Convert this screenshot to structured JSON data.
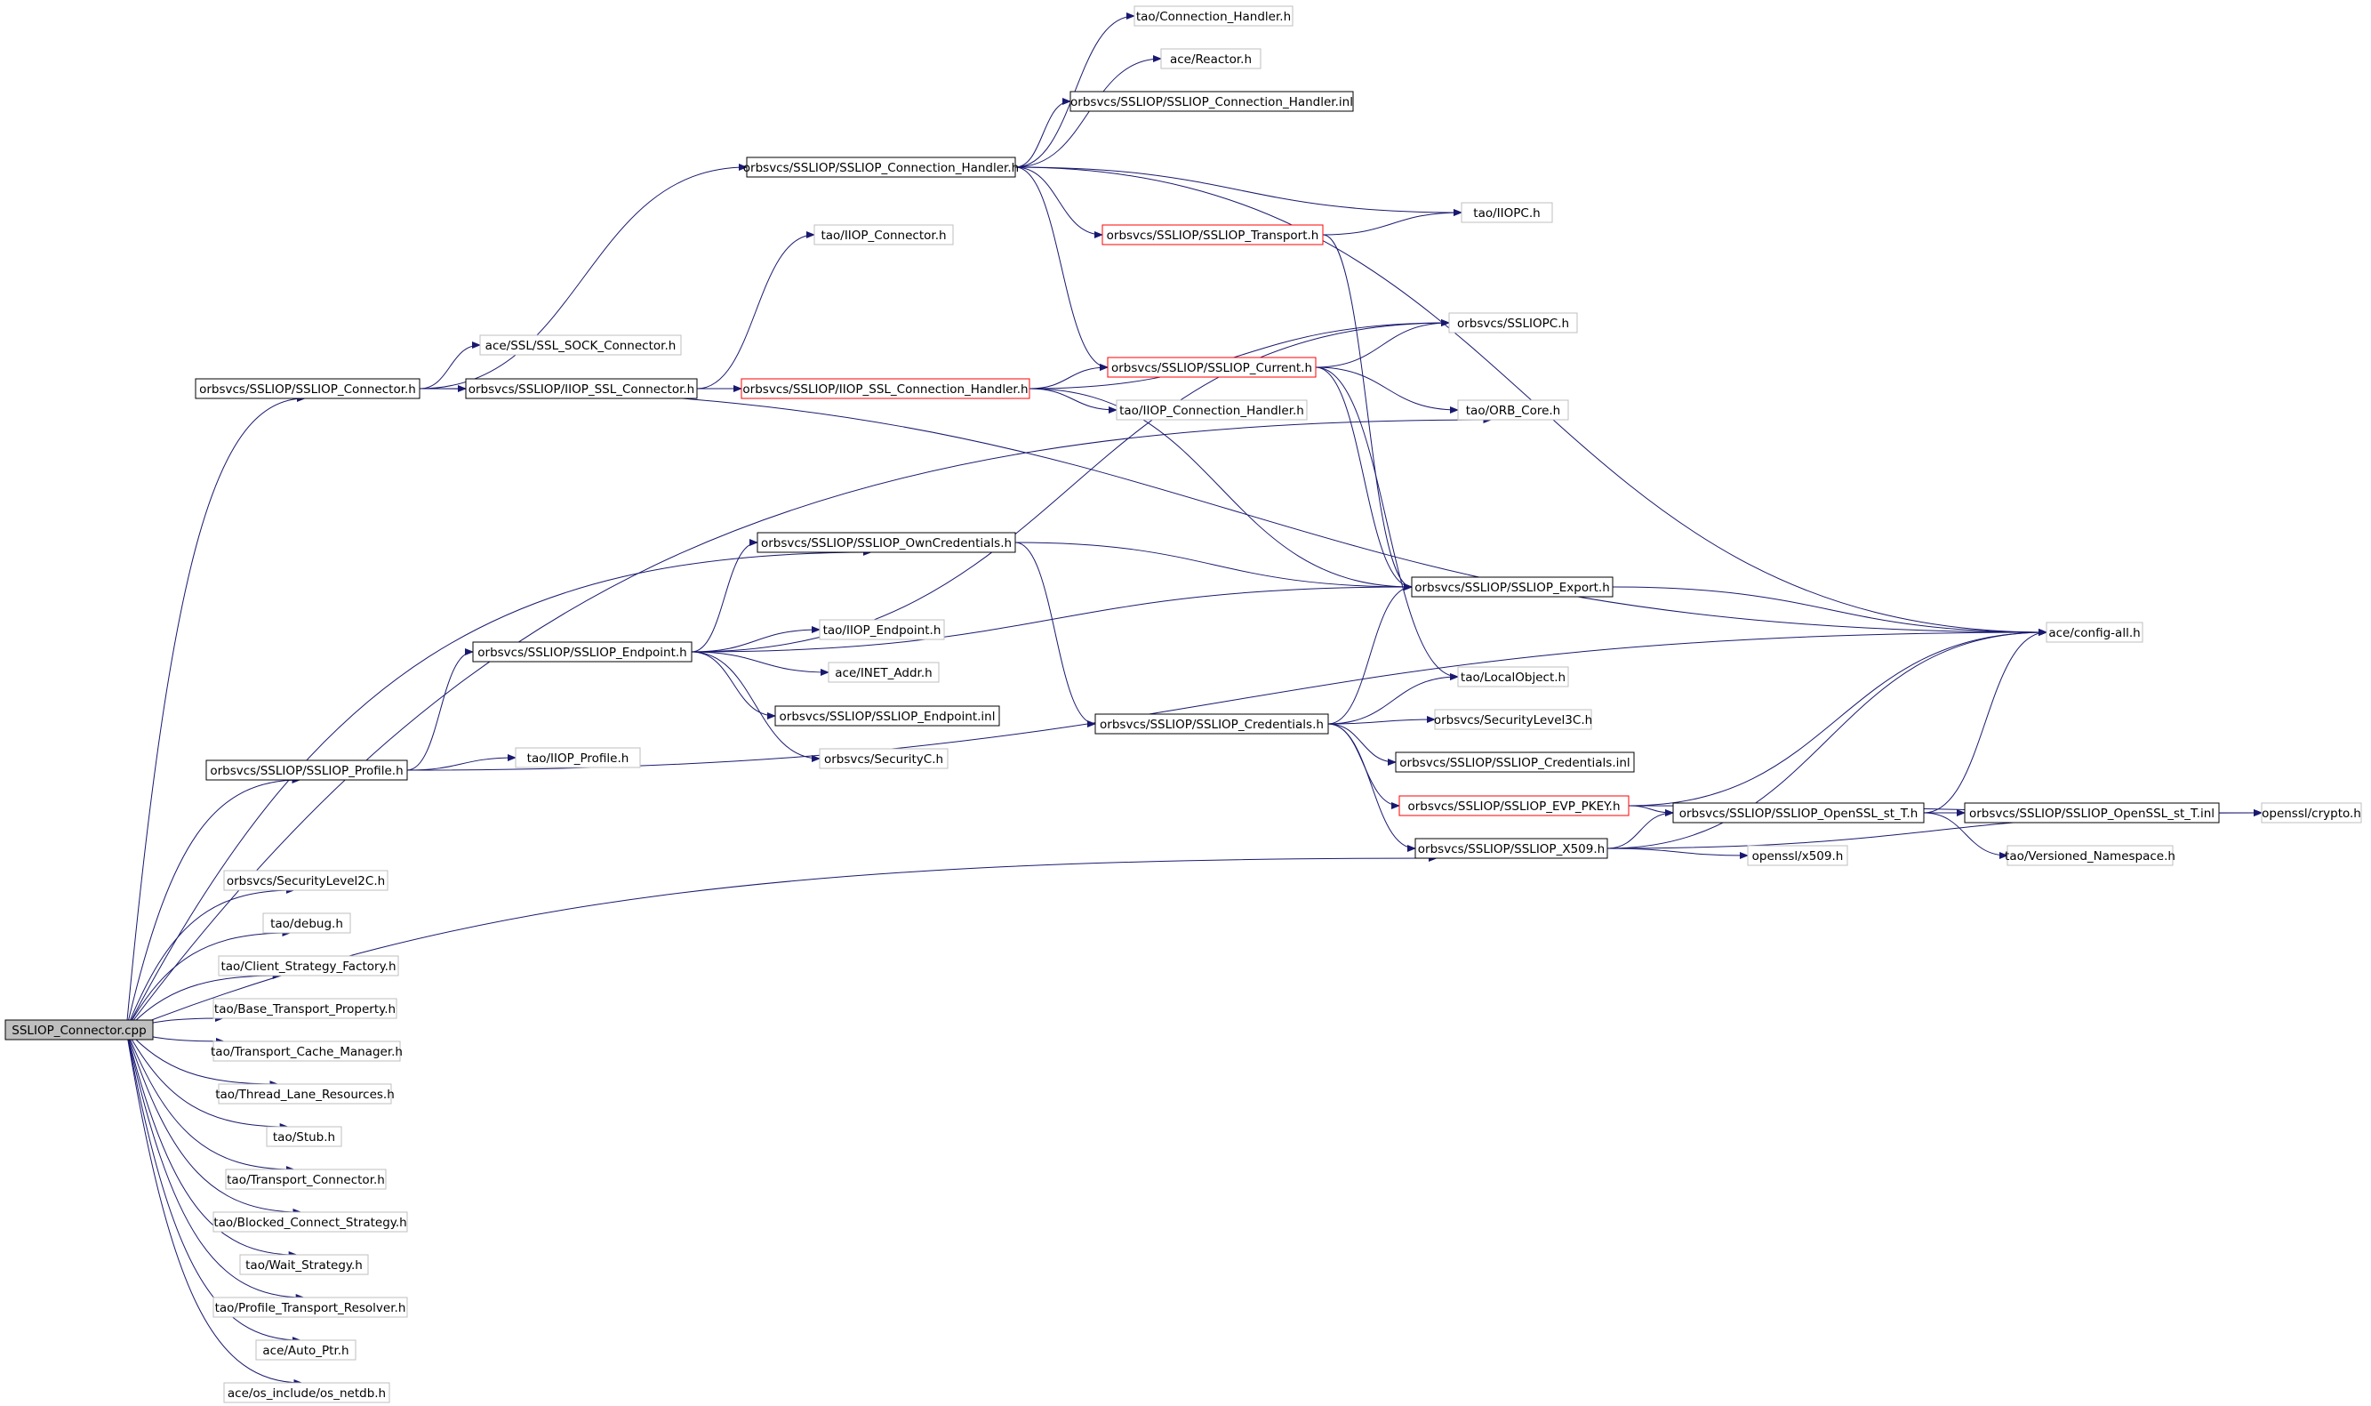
{
  "diagram": {
    "nodes": [
      {
        "id": "root",
        "label": "SSLIOP_Connector.cpp",
        "style": "root"
      },
      {
        "id": "ssliop_connector_h",
        "label": "orbsvcs/SSLIOP/SSLIOP_Connector.h",
        "style": "doc"
      },
      {
        "id": "ssliop_conn_handler_h",
        "label": "orbsvcs/SSLIOP/SSLIOP_Connection_Handler.h",
        "style": "doc"
      },
      {
        "id": "tao_conn_handler_h",
        "label": "tao/Connection_Handler.h",
        "style": "ext"
      },
      {
        "id": "ace_reactor_h",
        "label": "ace/Reactor.h",
        "style": "ext"
      },
      {
        "id": "ssliop_conn_handler_inl",
        "label": "orbsvcs/SSLIOP/SSLIOP_Connection_Handler.inl",
        "style": "doc"
      },
      {
        "id": "ssliop_transport_h",
        "label": "orbsvcs/SSLIOP/SSLIOP_Transport.h",
        "style": "trunc"
      },
      {
        "id": "tao_iiopc_h",
        "label": "tao/IIOPC.h",
        "style": "ext"
      },
      {
        "id": "tao_iiop_connector_h",
        "label": "tao/IIOP_Connector.h",
        "style": "ext"
      },
      {
        "id": "ace_ssl_sock_connector_h",
        "label": "ace/SSL/SSL_SOCK_Connector.h",
        "style": "ext"
      },
      {
        "id": "iiop_ssl_connector_h",
        "label": "orbsvcs/SSLIOP/IIOP_SSL_Connector.h",
        "style": "doc"
      },
      {
        "id": "iiop_ssl_conn_handler_h",
        "label": "orbsvcs/SSLIOP/IIOP_SSL_Connection_Handler.h",
        "style": "trunc"
      },
      {
        "id": "ssliop_current_h",
        "label": "orbsvcs/SSLIOP/SSLIOP_Current.h",
        "style": "trunc"
      },
      {
        "id": "sslipoc_h",
        "label": "orbsvcs/SSLIOPC.h",
        "style": "ext"
      },
      {
        "id": "tao_iiop_conn_handler_h",
        "label": "tao/IIOP_Connection_Handler.h",
        "style": "ext"
      },
      {
        "id": "tao_orb_core_h",
        "label": "tao/ORB_Core.h",
        "style": "ext"
      },
      {
        "id": "ssliop_owncred_h",
        "label": "orbsvcs/SSLIOP/SSLIOP_OwnCredentials.h",
        "style": "doc"
      },
      {
        "id": "ssliop_export_h",
        "label": "orbsvcs/SSLIOP/SSLIOP_Export.h",
        "style": "doc"
      },
      {
        "id": "ace_config_all_h",
        "label": "ace/config-all.h",
        "style": "ext"
      },
      {
        "id": "ssliop_endpoint_h",
        "label": "orbsvcs/SSLIOP/SSLIOP_Endpoint.h",
        "style": "doc"
      },
      {
        "id": "tao_iiop_endpoint_h",
        "label": "tao/IIOP_Endpoint.h",
        "style": "ext"
      },
      {
        "id": "ace_inet_addr_h",
        "label": "ace/INET_Addr.h",
        "style": "ext"
      },
      {
        "id": "ssliop_endpoint_inl",
        "label": "orbsvcs/SSLIOP/SSLIOP_Endpoint.inl",
        "style": "doc"
      },
      {
        "id": "tao_localobject_h",
        "label": "tao/LocalObject.h",
        "style": "ext"
      },
      {
        "id": "ssliop_credentials_h",
        "label": "orbsvcs/SSLIOP/SSLIOP_Credentials.h",
        "style": "doc"
      },
      {
        "id": "securitylevel3c_h",
        "label": "orbsvcs/SecurityLevel3C.h",
        "style": "ext"
      },
      {
        "id": "ssliop_credentials_inl",
        "label": "orbsvcs/SSLIOP/SSLIOP_Credentials.inl",
        "style": "doc"
      },
      {
        "id": "ssliop_profile_h",
        "label": "orbsvcs/SSLIOP/SSLIOP_Profile.h",
        "style": "doc"
      },
      {
        "id": "tao_iiop_profile_h",
        "label": "tao/IIOP_Profile.h",
        "style": "ext"
      },
      {
        "id": "securityc_h",
        "label": "orbsvcs/SecurityC.h",
        "style": "ext"
      },
      {
        "id": "ssliop_evp_pkey_h",
        "label": "orbsvcs/SSLIOP/SSLIOP_EVP_PKEY.h",
        "style": "trunc"
      },
      {
        "id": "ssliop_openssl_st_t_h",
        "label": "orbsvcs/SSLIOP/SSLIOP_OpenSSL_st_T.h",
        "style": "doc"
      },
      {
        "id": "ssliop_openssl_st_t_inl",
        "label": "orbsvcs/SSLIOP/SSLIOP_OpenSSL_st_T.inl",
        "style": "doc"
      },
      {
        "id": "openssl_crypto_h",
        "label": "openssl/crypto.h",
        "style": "ext"
      },
      {
        "id": "ssliop_x509_h",
        "label": "orbsvcs/SSLIOP/SSLIOP_X509.h",
        "style": "doc"
      },
      {
        "id": "openssl_x509_h",
        "label": "openssl/x509.h",
        "style": "ext"
      },
      {
        "id": "tao_versioned_namespace_h",
        "label": "tao/Versioned_Namespace.h",
        "style": "ext"
      },
      {
        "id": "securitylevel2c_h",
        "label": "orbsvcs/SecurityLevel2C.h",
        "style": "ext"
      },
      {
        "id": "tao_debug_h",
        "label": "tao/debug.h",
        "style": "ext"
      },
      {
        "id": "tao_client_strategy_factory_h",
        "label": "tao/Client_Strategy_Factory.h",
        "style": "ext"
      },
      {
        "id": "tao_base_transport_property_h",
        "label": "tao/Base_Transport_Property.h",
        "style": "ext"
      },
      {
        "id": "tao_transport_cache_manager_h",
        "label": "tao/Transport_Cache_Manager.h",
        "style": "ext"
      },
      {
        "id": "tao_thread_lane_resources_h",
        "label": "tao/Thread_Lane_Resources.h",
        "style": "ext"
      },
      {
        "id": "tao_stub_h",
        "label": "tao/Stub.h",
        "style": "ext"
      },
      {
        "id": "tao_transport_connector_h",
        "label": "tao/Transport_Connector.h",
        "style": "ext"
      },
      {
        "id": "tao_blocked_connect_strategy_h",
        "label": "tao/Blocked_Connect_Strategy.h",
        "style": "ext"
      },
      {
        "id": "tao_wait_strategy_h",
        "label": "tao/Wait_Strategy.h",
        "style": "ext"
      },
      {
        "id": "tao_profile_transport_resolver_h",
        "label": "tao/Profile_Transport_Resolver.h",
        "style": "ext"
      },
      {
        "id": "ace_auto_ptr_h",
        "label": "ace/Auto_Ptr.h",
        "style": "ext"
      },
      {
        "id": "ace_os_netdb_h",
        "label": "ace/os_include/os_netdb.h",
        "style": "ext"
      }
    ],
    "edges": [
      [
        "root",
        "ssliop_connector_h"
      ],
      [
        "root",
        "tao_orb_core_h"
      ],
      [
        "root",
        "ssliop_owncred_h"
      ],
      [
        "root",
        "ssliop_profile_h"
      ],
      [
        "root",
        "ssliop_x509_h"
      ],
      [
        "root",
        "securitylevel2c_h"
      ],
      [
        "root",
        "tao_debug_h"
      ],
      [
        "root",
        "tao_client_strategy_factory_h"
      ],
      [
        "root",
        "tao_base_transport_property_h"
      ],
      [
        "root",
        "tao_transport_cache_manager_h"
      ],
      [
        "root",
        "tao_thread_lane_resources_h"
      ],
      [
        "root",
        "tao_stub_h"
      ],
      [
        "root",
        "tao_transport_connector_h"
      ],
      [
        "root",
        "tao_blocked_connect_strategy_h"
      ],
      [
        "root",
        "tao_wait_strategy_h"
      ],
      [
        "root",
        "tao_profile_transport_resolver_h"
      ],
      [
        "root",
        "ace_auto_ptr_h"
      ],
      [
        "root",
        "ace_os_netdb_h"
      ],
      [
        "ssliop_connector_h",
        "ssliop_conn_handler_h"
      ],
      [
        "ssliop_connector_h",
        "ace_ssl_sock_connector_h"
      ],
      [
        "ssliop_connector_h",
        "iiop_ssl_connector_h"
      ],
      [
        "ssliop_connector_h",
        "ace_config_all_h"
      ],
      [
        "ssliop_conn_handler_h",
        "tao_conn_handler_h"
      ],
      [
        "ssliop_conn_handler_h",
        "ace_reactor_h"
      ],
      [
        "ssliop_conn_handler_h",
        "ssliop_conn_handler_inl"
      ],
      [
        "ssliop_conn_handler_h",
        "ace_config_all_h"
      ],
      [
        "ssliop_conn_handler_h",
        "ssliop_transport_h"
      ],
      [
        "ssliop_conn_handler_h",
        "tao_iiopc_h"
      ],
      [
        "ssliop_conn_handler_h",
        "ssliop_current_h"
      ],
      [
        "ssliop_transport_h",
        "tao_iiopc_h"
      ],
      [
        "ssliop_transport_h",
        "ssliop_export_h"
      ],
      [
        "iiop_ssl_connector_h",
        "tao_iiop_connector_h"
      ],
      [
        "iiop_ssl_connector_h",
        "iiop_ssl_conn_handler_h"
      ],
      [
        "iiop_ssl_conn_handler_h",
        "sslipoc_h"
      ],
      [
        "iiop_ssl_conn_handler_h",
        "ssliop_current_h"
      ],
      [
        "iiop_ssl_conn_handler_h",
        "tao_iiop_conn_handler_h"
      ],
      [
        "iiop_ssl_conn_handler_h",
        "ssliop_export_h"
      ],
      [
        "ssliop_current_h",
        "sslipoc_h"
      ],
      [
        "ssliop_current_h",
        "tao_orb_core_h"
      ],
      [
        "ssliop_current_h",
        "ssliop_export_h"
      ],
      [
        "ssliop_current_h",
        "tao_localobject_h"
      ],
      [
        "ssliop_owncred_h",
        "ssliop_export_h"
      ],
      [
        "ssliop_owncred_h",
        "ssliop_credentials_h"
      ],
      [
        "ssliop_export_h",
        "ace_config_all_h"
      ],
      [
        "ssliop_endpoint_h",
        "ssliop_owncred_h"
      ],
      [
        "ssliop_endpoint_h",
        "sslipoc_h"
      ],
      [
        "ssliop_endpoint_h",
        "ssliop_export_h"
      ],
      [
        "ssliop_endpoint_h",
        "tao_iiop_endpoint_h"
      ],
      [
        "ssliop_endpoint_h",
        "ace_inet_addr_h"
      ],
      [
        "ssliop_endpoint_h",
        "ssliop_endpoint_inl"
      ],
      [
        "ssliop_endpoint_h",
        "securityc_h"
      ],
      [
        "ssliop_profile_h",
        "ssliop_endpoint_h"
      ],
      [
        "ssliop_profile_h",
        "tao_iiop_profile_h"
      ],
      [
        "ssliop_profile_h",
        "ace_config_all_h"
      ],
      [
        "ssliop_credentials_h",
        "ssliop_export_h"
      ],
      [
        "ssliop_credentials_h",
        "tao_localobject_h"
      ],
      [
        "ssliop_credentials_h",
        "securitylevel3c_h"
      ],
      [
        "ssliop_credentials_h",
        "ssliop_credentials_inl"
      ],
      [
        "ssliop_credentials_h",
        "ssliop_evp_pkey_h"
      ],
      [
        "ssliop_credentials_h",
        "ssliop_x509_h"
      ],
      [
        "ssliop_evp_pkey_h",
        "ace_config_all_h"
      ],
      [
        "ssliop_evp_pkey_h",
        "ssliop_openssl_st_t_h"
      ],
      [
        "ssliop_evp_pkey_h",
        "openssl_crypto_h"
      ],
      [
        "ssliop_openssl_st_t_h",
        "ssliop_openssl_st_t_inl"
      ],
      [
        "ssliop_openssl_st_t_h",
        "tao_versioned_namespace_h"
      ],
      [
        "ssliop_openssl_st_t_h",
        "ace_config_all_h"
      ],
      [
        "ssliop_openssl_st_t_inl",
        "openssl_crypto_h"
      ],
      [
        "ssliop_x509_h",
        "ace_config_all_h"
      ],
      [
        "ssliop_x509_h",
        "ssliop_openssl_st_t_h"
      ],
      [
        "ssliop_x509_h",
        "openssl_x509_h"
      ],
      [
        "ssliop_x509_h",
        "openssl_crypto_h"
      ]
    ],
    "colors": {
      "edge": "#191970",
      "doc_border": "#000000",
      "ext_border": "#bfbfbf",
      "trunc_border": "#ff0000",
      "root_fill": "#bfbfbf"
    }
  }
}
